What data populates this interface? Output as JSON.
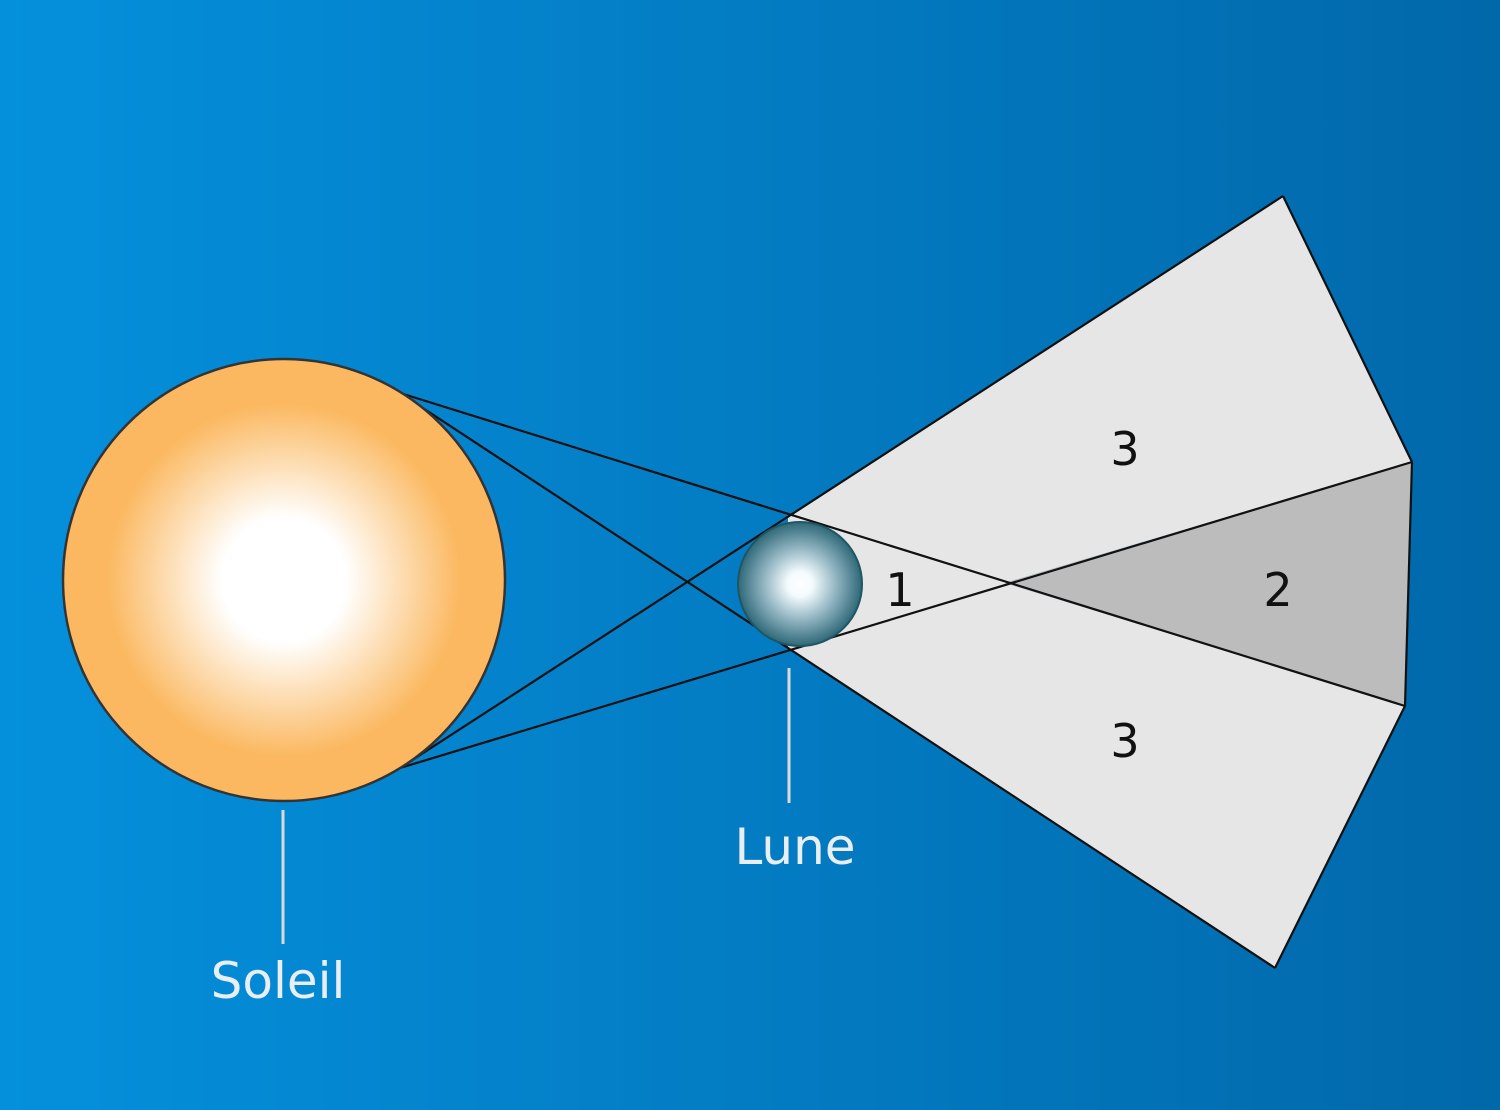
{
  "labels": {
    "sun": "Soleil",
    "moon": "Lune",
    "zone_1": "1",
    "zone_2": "2",
    "zone_3_top": "3",
    "zone_3_bottom": "3"
  },
  "colors": {
    "background_left": "#0590dc",
    "background_right": "#0168aa",
    "sun_core": "#ffffff",
    "sun_edge": "#fbb860",
    "moon_core": "#ffffff",
    "moon_edge": "#2e6878",
    "penumbra": "#e6e6e6",
    "umbra_extension": "#bcbcbc",
    "line": "#111111",
    "leader_line": "#d9d9d9",
    "label_text": "#e9eef2",
    "zone_text": "#111111"
  }
}
